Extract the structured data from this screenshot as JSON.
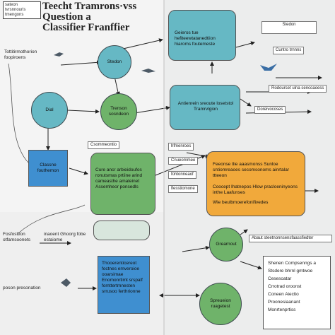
{
  "title": {
    "line1": "Teecht Tramrons·vss",
    "line2": "Question a",
    "line3": "Classifier Franffier"
  },
  "corner_note": "sateon tvrsnnouris tmengons",
  "left_labels": {
    "top": "Tottitirmothorion foopiroens",
    "mid_a": "Fosfosttion otfamsoonets",
    "mid_b": "inaoent Ghoorg fobe estaiome",
    "bottom": "poson presonation"
  },
  "nodes": {
    "station": "Stedon",
    "dial": "Dial",
    "tremors": "Trenson sosndeon",
    "classifier": "Classne fouthemon",
    "teal_top": "Geieros tue hefiteewtatanedtiion hiaroms foutemeste",
    "teal_mid": "Antienrein sreoute losetstol Tramrvlgion",
    "green_box": "Cure ancr arbieidoufos ronutsmas prtiine arind cameasthe amateinet Assemheor ponsedls",
    "orange_box_a": "Feeonse tlie aaasmonss Sunloe sntiomreaoes secomsonoms ainrtalar ttteeon",
    "orange_box_b": "Coocept Ihatnepos Hlow pracloeninyeons inthe Laafunses",
    "orange_box_c": "Wie beulbmoerefonifivedes",
    "green_circle_right": "Grearnout",
    "green_circle_bottom": "Spreueion ruagetest",
    "blue_bottom": "Thooerenticereot foctnes emveroioe ooarsimae Enomonrtimt srspalf fomttertmnesten srrusoo ferthrionne"
  },
  "right_labels": {
    "custom_a": "Cuntro trnnns",
    "custom_b": "Rodourset ulna sencoaoess",
    "custom_c": "Doreivocoses",
    "bottom_note": "Abaut steetnonnsensfaassfiedter",
    "list": [
      "Shenen Compsenngs a",
      "Stsdere bhrnl gmtwoe",
      "Cesesoatar",
      "Crrotrad oroonst",
      "Coneen Aiectio",
      "Proonesiaanant",
      "Monrtenprtiss"
    ]
  },
  "mini_tags": [
    "Csommeontio",
    "hfmenroes",
    "Cnueommee",
    "fohtonneaof",
    "flesstiomone"
  ],
  "colors": {
    "teal": "#66b8c4",
    "green": "#6fb36a",
    "blue": "#3f8fd0",
    "orange": "#f1a93b"
  }
}
